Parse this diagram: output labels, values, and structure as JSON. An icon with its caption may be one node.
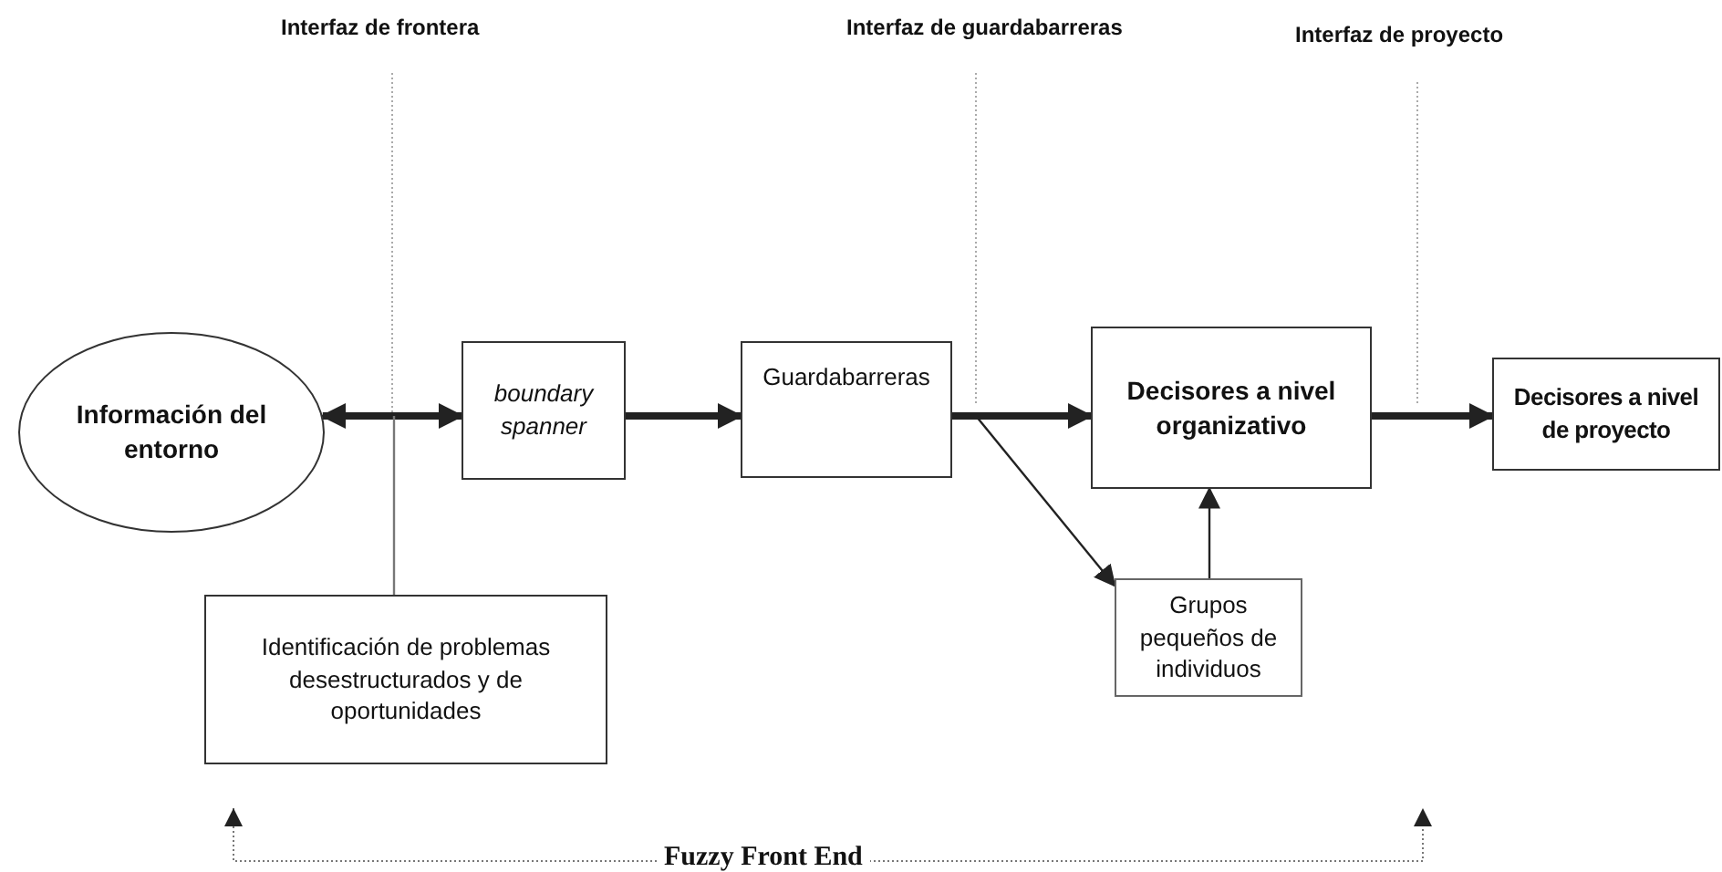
{
  "diagram": {
    "nodes": [
      {
        "text": [
          "Información del entorno"
        ]
      },
      {
        "text": [
          "boundary spanner"
        ]
      },
      {
        "text": [
          "Guardabarreras"
        ]
      },
      {
        "text": [
          "Decisores a nivel organizativo"
        ]
      },
      {
        "text": [
          "Decisores a nivel de proyecto"
        ]
      },
      {
        "text": [
          "Identificación de problemas desestructurados y de oportunidades"
        ]
      },
      {
        "text": [
          "Grupos pequeños de individuos"
        ]
      }
    ],
    "edges": [
      {
        "from": 0,
        "to": 1,
        "arrow": "both"
      },
      {
        "from": 5,
        "to": null,
        "arrow": "none"
      },
      {
        "from": 1,
        "to": 2,
        "arrow": "to"
      },
      {
        "from": 2,
        "to": 3,
        "arrow": "to"
      },
      {
        "from": 2,
        "to": 6,
        "arrow": "to"
      },
      {
        "from": 6,
        "to": 3,
        "arrow": "to"
      },
      {
        "from": 3,
        "to": 4,
        "arrow": "to"
      }
    ],
    "labels": [
      "Interfaz de frontera",
      "Interfaz de guardabarreras",
      "Interfaz de proyecto",
      "Fuzzy Front End"
    ]
  }
}
